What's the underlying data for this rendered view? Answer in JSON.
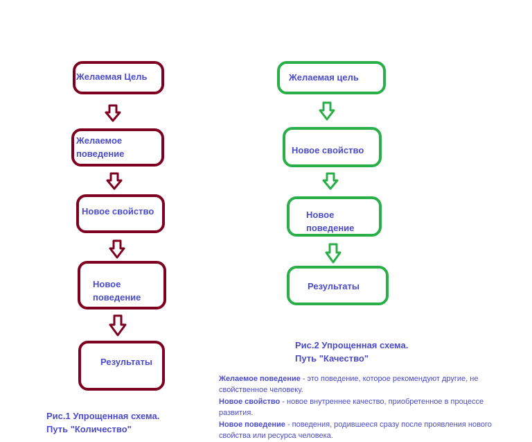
{
  "left": {
    "boxes": [
      "Желаемая Цель",
      "Желаемое\nповедение",
      "Новое свойство",
      "Новое\nповедение",
      "Результаты"
    ],
    "caption": [
      "Рис.1 Упрощенная схема.",
      "Путь \"Количество\""
    ],
    "color": "#7e0021"
  },
  "right": {
    "boxes": [
      "Желаемая цель",
      "Новое свойство",
      "Новое\nповедение",
      "Результаты"
    ],
    "caption": [
      "Рис.2 Упрощенная схема.",
      "Путь \"Качество\""
    ],
    "color": "#2aae48"
  },
  "legend": [
    {
      "term": "Желаемое поведение",
      "text": " - это поведение, которое рекомендуют другие, не свойственное человеку."
    },
    {
      "term": "Новое свойство",
      "text": " - новое внутреннее качество, приобретенное в процессе развития."
    },
    {
      "term": "Новое поведение",
      "text": " - поведения, родившееся сразу после проявления нового свойства или ресурса человека."
    }
  ],
  "text_color": "#4a4acb"
}
